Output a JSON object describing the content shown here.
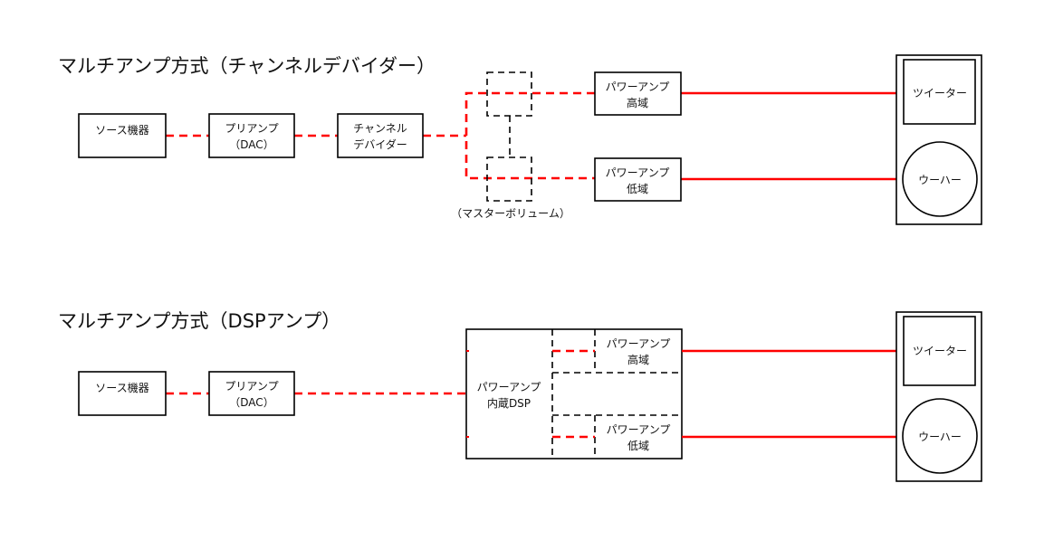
{
  "diagram_a": {
    "title": "マルチアンプ方式（チャンネルデバイダー）",
    "source": "ソース機器",
    "preamp": [
      "プリアンプ",
      "（DAC）"
    ],
    "divider": [
      "チャンネル",
      "デバイダー"
    ],
    "volume_label": "（マスターボリューム）",
    "amp_high": [
      "パワーアンプ",
      "高域"
    ],
    "amp_low": [
      "パワーアンプ",
      "低域"
    ],
    "tweeter": "ツイーター",
    "woofer": "ウーハー"
  },
  "diagram_b": {
    "title": "マルチアンプ方式（DSPアンプ）",
    "source": "ソース機器",
    "preamp": [
      "プリアンプ",
      "（DAC）"
    ],
    "dsp": [
      "パワーアンプ",
      "内蔵DSP"
    ],
    "amp_high": [
      "パワーアンプ",
      "高域"
    ],
    "amp_low": [
      "パワーアンプ",
      "低域"
    ],
    "tweeter": "ツイーター",
    "woofer": "ウーハー"
  },
  "colors": {
    "signal_line": "#ff0000",
    "outline": "#000000"
  }
}
